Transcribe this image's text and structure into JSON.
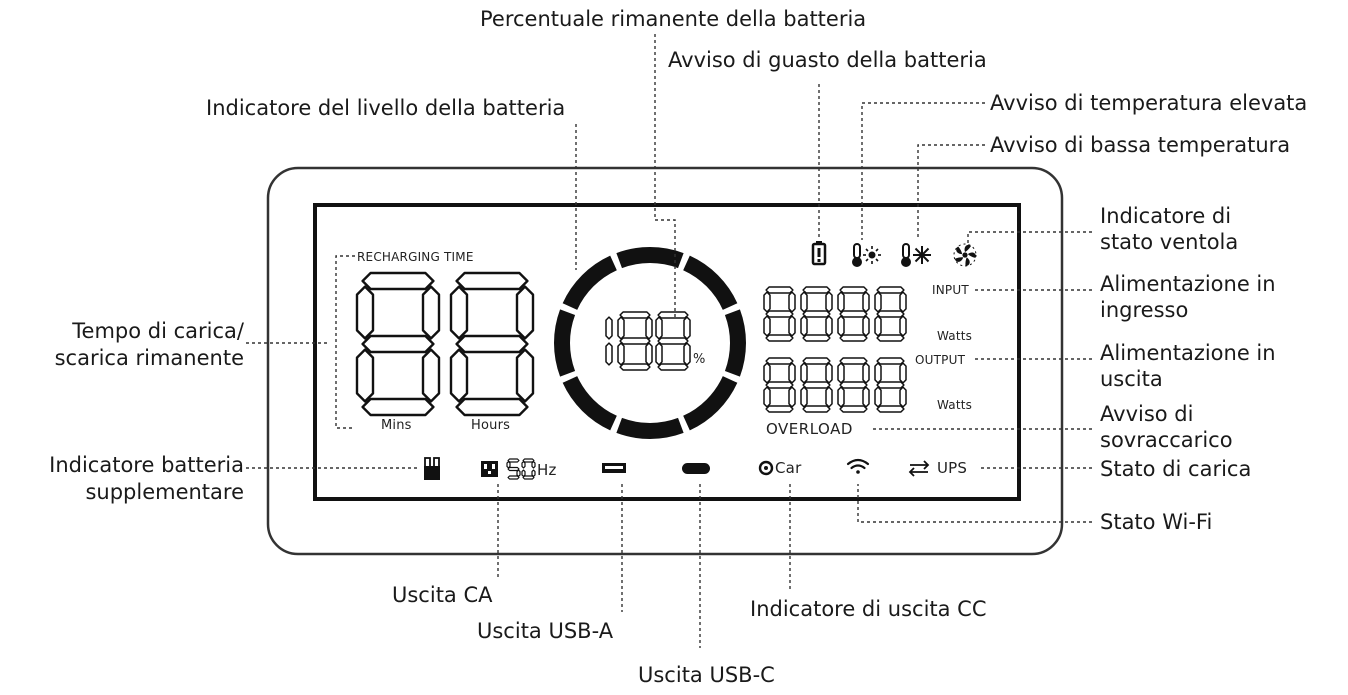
{
  "callouts": {
    "battery_percent": "Percentuale rimanente della batteria",
    "battery_fault": "Avviso di guasto della batteria",
    "battery_level": "Indicatore del livello della batteria",
    "high_temp": "Avviso di temperatura elevata",
    "low_temp": "Avviso di bassa temperatura",
    "fan_line1": "Indicatore di",
    "fan_line2": "stato ventola",
    "input_line1": "Alimentazione in",
    "input_line2": "ingresso",
    "output_line1": "Alimentazione in",
    "output_line2": "uscita",
    "overload_line1": "Avviso di",
    "overload_line2": "sovraccarico",
    "charge_state": "Stato di carica",
    "wifi_state": "Stato Wi-Fi",
    "time_line1": "Tempo di carica/",
    "time_line2": "scarica rimanente",
    "extra_batt_line1": "Indicatore batteria",
    "extra_batt_line2": "supplementare",
    "ac_out": "Uscita CA",
    "usb_a": "Uscita USB-A",
    "usb_c": "Uscita USB-C",
    "dc_out": "Indicatore di uscita CC"
  },
  "display": {
    "recharging_time": "RECHARGING TIME",
    "mins": "Mins",
    "hours": "Hours",
    "percent": "%",
    "input": "INPUT",
    "output": "OUTPUT",
    "watts_1": "Watts",
    "watts_2": "Watts",
    "overload": "OVERLOAD",
    "hz": "Hz",
    "car": "Car",
    "ups": "UPS"
  },
  "icons": {
    "battery_fault": "battery-exclamation-icon",
    "high_temp": "thermometer-sun-icon",
    "low_temp": "thermometer-snowflake-icon",
    "fan": "fan-icon",
    "extra_battery": "extra-battery-icon",
    "ac_outlet": "ac-outlet-icon",
    "usb_a": "usb-a-icon",
    "usb_c": "usb-c-icon",
    "car": "car-socket-icon",
    "wifi": "wifi-icon",
    "ups": "ups-arrows-icon"
  },
  "colors": {
    "ink": "#1a1a1a"
  }
}
